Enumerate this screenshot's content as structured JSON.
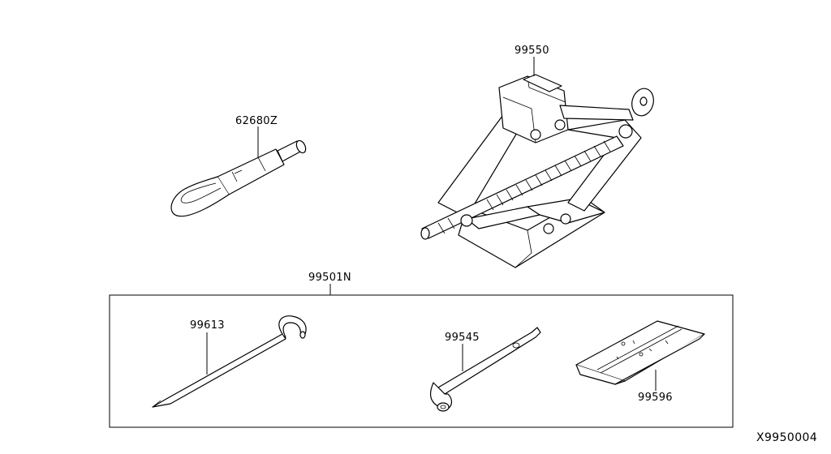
{
  "parts": {
    "tow_hook": "62680Z",
    "jack": "99550",
    "tool_kit": "99501N",
    "jack_handle": "99613",
    "wheel_wrench": "99545",
    "tool_bag": "99596"
  },
  "diagram_ref": "X9950004"
}
